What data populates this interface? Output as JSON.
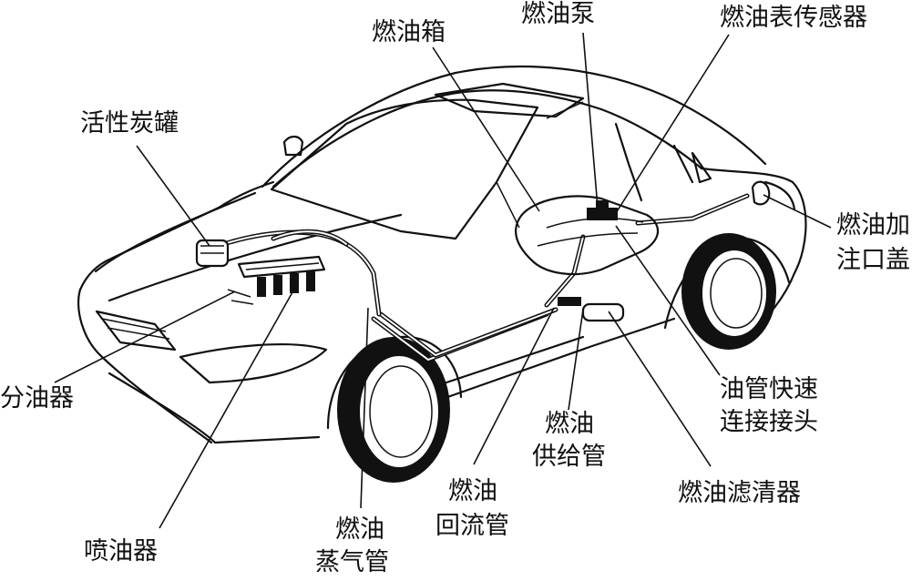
{
  "labels": {
    "fuel_tank": "燃油箱",
    "fuel_pump": "燃油泵",
    "fuel_gauge_sensor": "燃油表传感器",
    "charcoal_canister": "活性炭罐",
    "filler_cap_line1": "燃油加",
    "filler_cap_line2": "注口盖",
    "fuel_rail": "分油器",
    "quick_connector_line1": "油管快速",
    "quick_connector_line2": "连接接头",
    "supply_line_line1": "燃油",
    "supply_line_line2": "供给管",
    "fuel_filter": "燃油滤清器",
    "return_line_line1": "燃油",
    "return_line_line2": "回流管",
    "injector": "喷油器",
    "vapor_line_line1": "燃油",
    "vapor_line_line2": "蒸气管"
  }
}
